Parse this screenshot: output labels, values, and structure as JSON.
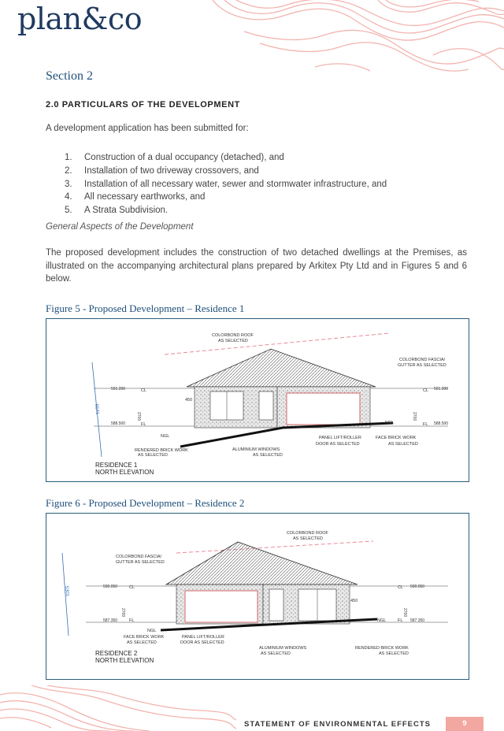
{
  "brand": {
    "logo_text": "plan&co"
  },
  "section_label": "Section 2",
  "heading": "2.0 PARTICULARS OF THE DEVELOPMENT",
  "intro": "A development application has been submitted for:",
  "list": [
    {
      "num": "1.",
      "text": "Construction of a dual occupancy (detached), and"
    },
    {
      "num": "2.",
      "text": "Installation of two driveway crossovers, and"
    },
    {
      "num": "3.",
      "text": "Installation of all necessary water, sewer and stormwater infrastructure, and"
    },
    {
      "num": "4.",
      "text": "All necessary earthworks, and"
    },
    {
      "num": "5.",
      "text": "A Strata Subdivision."
    }
  ],
  "subheading": "General Aspects of the Development",
  "paragraph": "The proposed development includes the construction of two detached dwellings at the Premises, as illustrated on the accompanying architectural plans prepared by Arkitex Pty Ltd and in Figures 5 and 6 below.",
  "figure5": {
    "caption": "Figure 5 - Proposed Development – Residence 1",
    "labels": {
      "roof_1": "COLORBOND ROOF",
      "roof_2": "AS SELECTED",
      "fascia_1": "COLORBOND FASCIA/",
      "fascia_2": "GUTTER AS SELECTED",
      "cl_left": "CL",
      "cl_right": "CL",
      "fl_left": "FL",
      "fl_right": "FL",
      "ngl_left": "NGL",
      "ngl_right": "NGL",
      "level_cl_left": "591.200",
      "level_cl_right": "591.200",
      "level_fl_left": "588.500",
      "level_fl_right": "588.500",
      "dim_height": "5541",
      "dim_wall_left": "2700",
      "dim_wall_right": "2700",
      "dim_pitch": "450",
      "render_1": "RENDERED BRICK WORK",
      "render_2": "AS SELECTED",
      "windows_1": "ALUMINIUM WINDOWS",
      "windows_2": "AS SELECTED",
      "door_1": "PANEL LIFT/ROLLER",
      "door_2": "DOOR AS SELECTED",
      "face_1": "FACE BRICK WORK",
      "face_2": "AS SELECTED",
      "title_1": "RESIDENCE 1",
      "title_2": "NORTH ELEVATION"
    }
  },
  "figure6": {
    "caption": "Figure 6 - Proposed Development – Residence 2",
    "labels": {
      "roof_1": "COLORBOND ROOF",
      "roof_2": "AS SELECTED",
      "fascia_1": "COLORBOND FASCIA/",
      "fascia_2": "GUTTER AS SELECTED",
      "cl_left": "CL",
      "cl_right": "CL",
      "fl_left": "FL",
      "fl_right": "FL",
      "ngl_left": "NGL",
      "ngl_right": "NGL",
      "level_cl_left": "590.050",
      "level_cl_right": "590.050",
      "level_fl_left": "587.350",
      "level_fl_right": "587.350",
      "dim_height": "5301",
      "dim_wall_left": "2700",
      "dim_wall_right": "2700",
      "dim_pitch": "450",
      "face_1": "FACE BRICK WORK",
      "face_2": "AS SELECTED",
      "door_1": "PANEL LIFT/ROLLER",
      "door_2": "DOOR AS SELECTED",
      "windows_1": "ALUMINIUM WINDOWS",
      "windows_2": "AS SELECTED",
      "render_1": "RENDERED BRICK WORK",
      "render_2": "AS SELECTED",
      "title_1": "RESIDENCE 2",
      "title_2": "NORTH ELEVATION"
    }
  },
  "footer": {
    "title": "STATEMENT OF ENVIRONMENTAL EFFECTS",
    "page": "9"
  },
  "colors": {
    "brand_navy": "#1f3a5f",
    "accent_blue": "#1f4f7a",
    "accent_pink": "#f2a7a0",
    "frame": "#2a5f7a"
  }
}
